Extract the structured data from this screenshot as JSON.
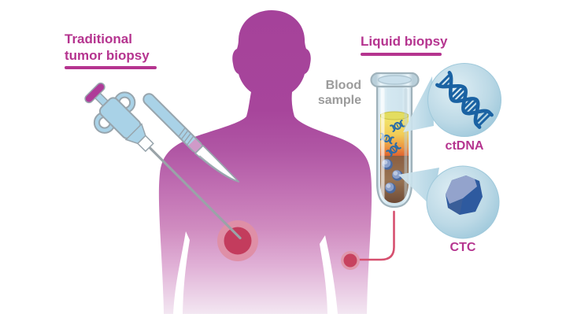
{
  "labels": {
    "traditional_biopsy": {
      "line1": "Traditional",
      "line2": "tumor biopsy"
    },
    "liquid_biopsy": "Liquid biopsy",
    "blood_sample": {
      "line1": "Blood",
      "line2": "sample"
    },
    "ctdna": "ctDNA",
    "ctc": "CTC"
  },
  "colors": {
    "label_magenta": "#b5348f",
    "gray_label": "#9b9b9b",
    "body_top": "#a5429a",
    "body_bottom": "#f3e7f2",
    "instrument_blue": "#a9d2e7",
    "outline_gray": "#98a5ad",
    "tumor_red": "#c33c5d",
    "tumor_ring": "#df8fa7",
    "plasma_yellow": "#f2e96f",
    "blood_brown": "#8a5e40",
    "dna_blue": "#1a62a3",
    "magnifier_blue": "#bcd9e6",
    "connector_red": "#d6506f"
  }
}
